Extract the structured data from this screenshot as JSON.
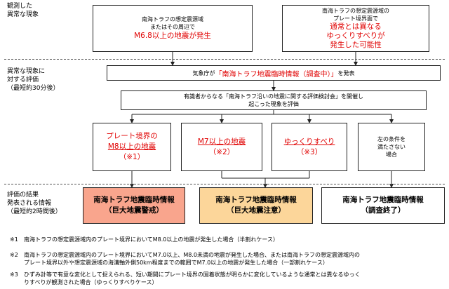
{
  "side_labels": {
    "observed": [
      "観測した",
      "異常な現象"
    ],
    "evaluation": [
      "異常な現象に",
      "対する評価",
      "（最短約30分後）"
    ],
    "result": [
      "評価の結果",
      "発表される情報",
      "（最短約2時間後）"
    ]
  },
  "observed_boxes": {
    "left": {
      "line1": "南海トラフの想定震源域",
      "line2": "またはその周辺で",
      "highlight": "M6.8以上の地震が発生"
    },
    "right": {
      "line1": "南海トラフの想定震源域の",
      "line2": "プレート境界面で",
      "highlight1": "通常とは異なる",
      "highlight2": "ゆっくりすべりが",
      "highlight3": "発生した可能性"
    }
  },
  "announce_box": {
    "prefix": "気象庁が",
    "highlight": "「南海トラフ地震臨時情報（調査中）」",
    "suffix": "を発表"
  },
  "committee_box": {
    "line1": "有識者からなる「南海トラフ沿いの地震に関する評価検討会」を開催し",
    "line2": "起こった現象を評価"
  },
  "cases": [
    {
      "line1": "プレート境界の",
      "line2": "M8以上の地震",
      "note": "（※1）"
    },
    {
      "line1": "M7以上の地震",
      "line2": "",
      "note": "（※2）"
    },
    {
      "line1": "ゆっくりすべり",
      "line2": "",
      "note": "（※3）"
    },
    {
      "line1": "左の条件を",
      "line2": "満たさない",
      "note": "場合"
    }
  ],
  "results": [
    {
      "title": "南海トラフ地震臨時情報",
      "subtitle": "（巨大地震警戒）",
      "color": "#f9a58d"
    },
    {
      "title": "南海トラフ地震臨時情報",
      "subtitle": "（巨大地震注意）",
      "color": "#fcd69a"
    },
    {
      "title": "南海トラフ地震臨時情報",
      "subtitle": "（調査終了）",
      "color": "#ffffff"
    }
  ],
  "notes": [
    {
      "mark": "※1",
      "lines": [
        "南海トラフの想定震源域内のプレート境界においてM8.0以上の地震が発生した場合（半割れケース）"
      ]
    },
    {
      "mark": "※2",
      "lines": [
        "南海トラフの想定震源域内のプレート境界においてM7.0以上、M8.0未満の地震が発生した場合、または南海トラフの想定震源域内の",
        "プレート境界以外や想定震源域の海溝軸外側50km程度までの範囲でM7.0以上の地震が発生した場合（一部割れケース）"
      ]
    },
    {
      "mark": "※3",
      "lines": [
        "ひずみ計等で有意な変化として捉えられる、短い期間にプレート境界の固着状態が明らかに変化しているような通常とは異なるゆっく",
        "りすべりが観測された場合（ゆっくりすべりケース）"
      ]
    }
  ],
  "colors": {
    "line": "#222222",
    "highlight_red": "#e00000"
  }
}
